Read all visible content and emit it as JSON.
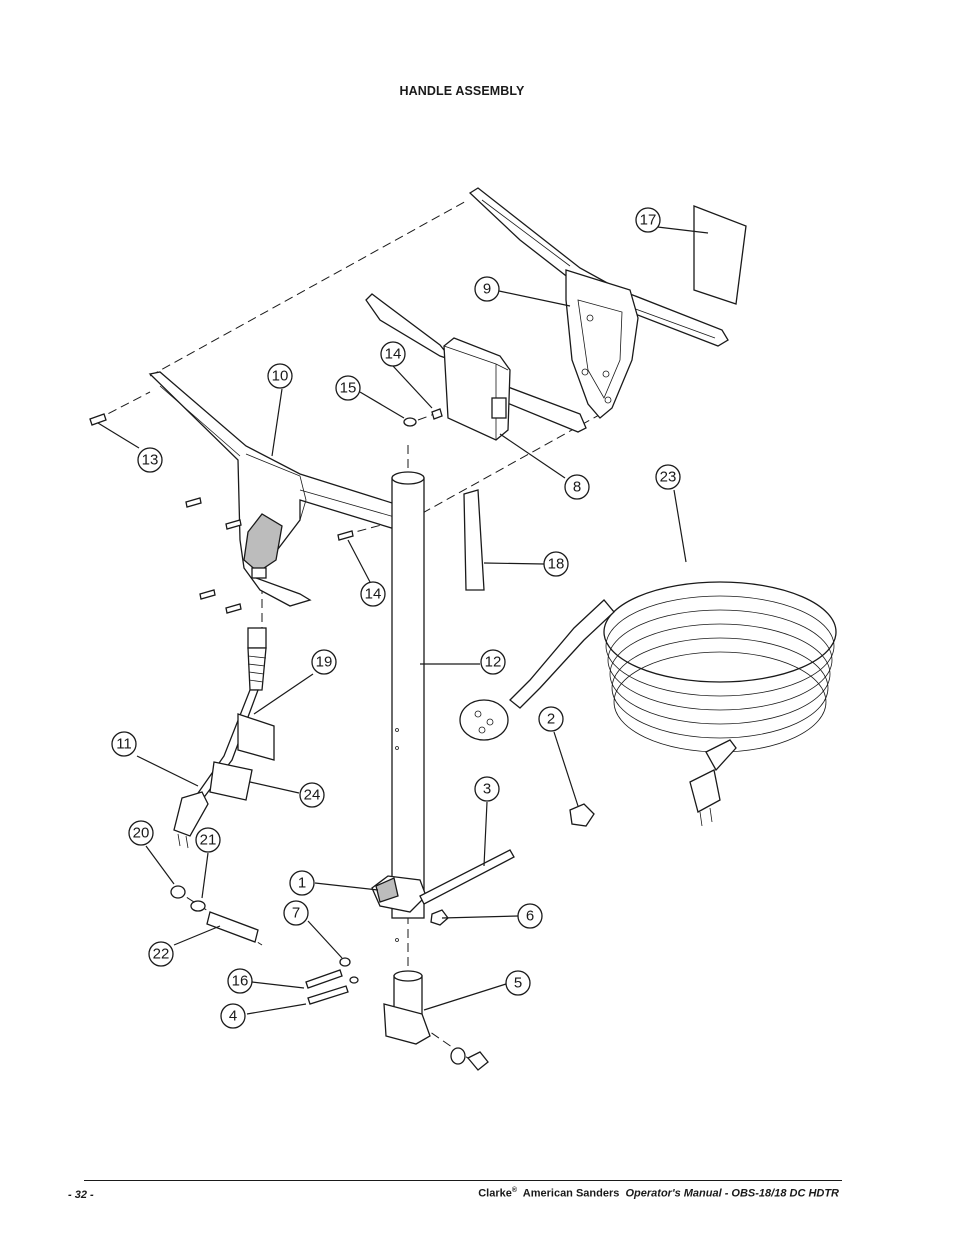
{
  "title": "HANDLE ASSEMBLY",
  "callouts": [
    "1",
    "2",
    "3",
    "4",
    "5",
    "6",
    "7",
    "8",
    "9",
    "10",
    "11",
    "12",
    "13",
    "14",
    "14",
    "15",
    "16",
    "17",
    "18",
    "19",
    "20",
    "21",
    "22",
    "23",
    "24"
  ],
  "footer": {
    "page": "- 32 -",
    "brand": "Clarke",
    "registered": "®",
    "company": "American Sanders",
    "manual": "Operator's Manual - OBS-18/18 DC HDTR"
  }
}
